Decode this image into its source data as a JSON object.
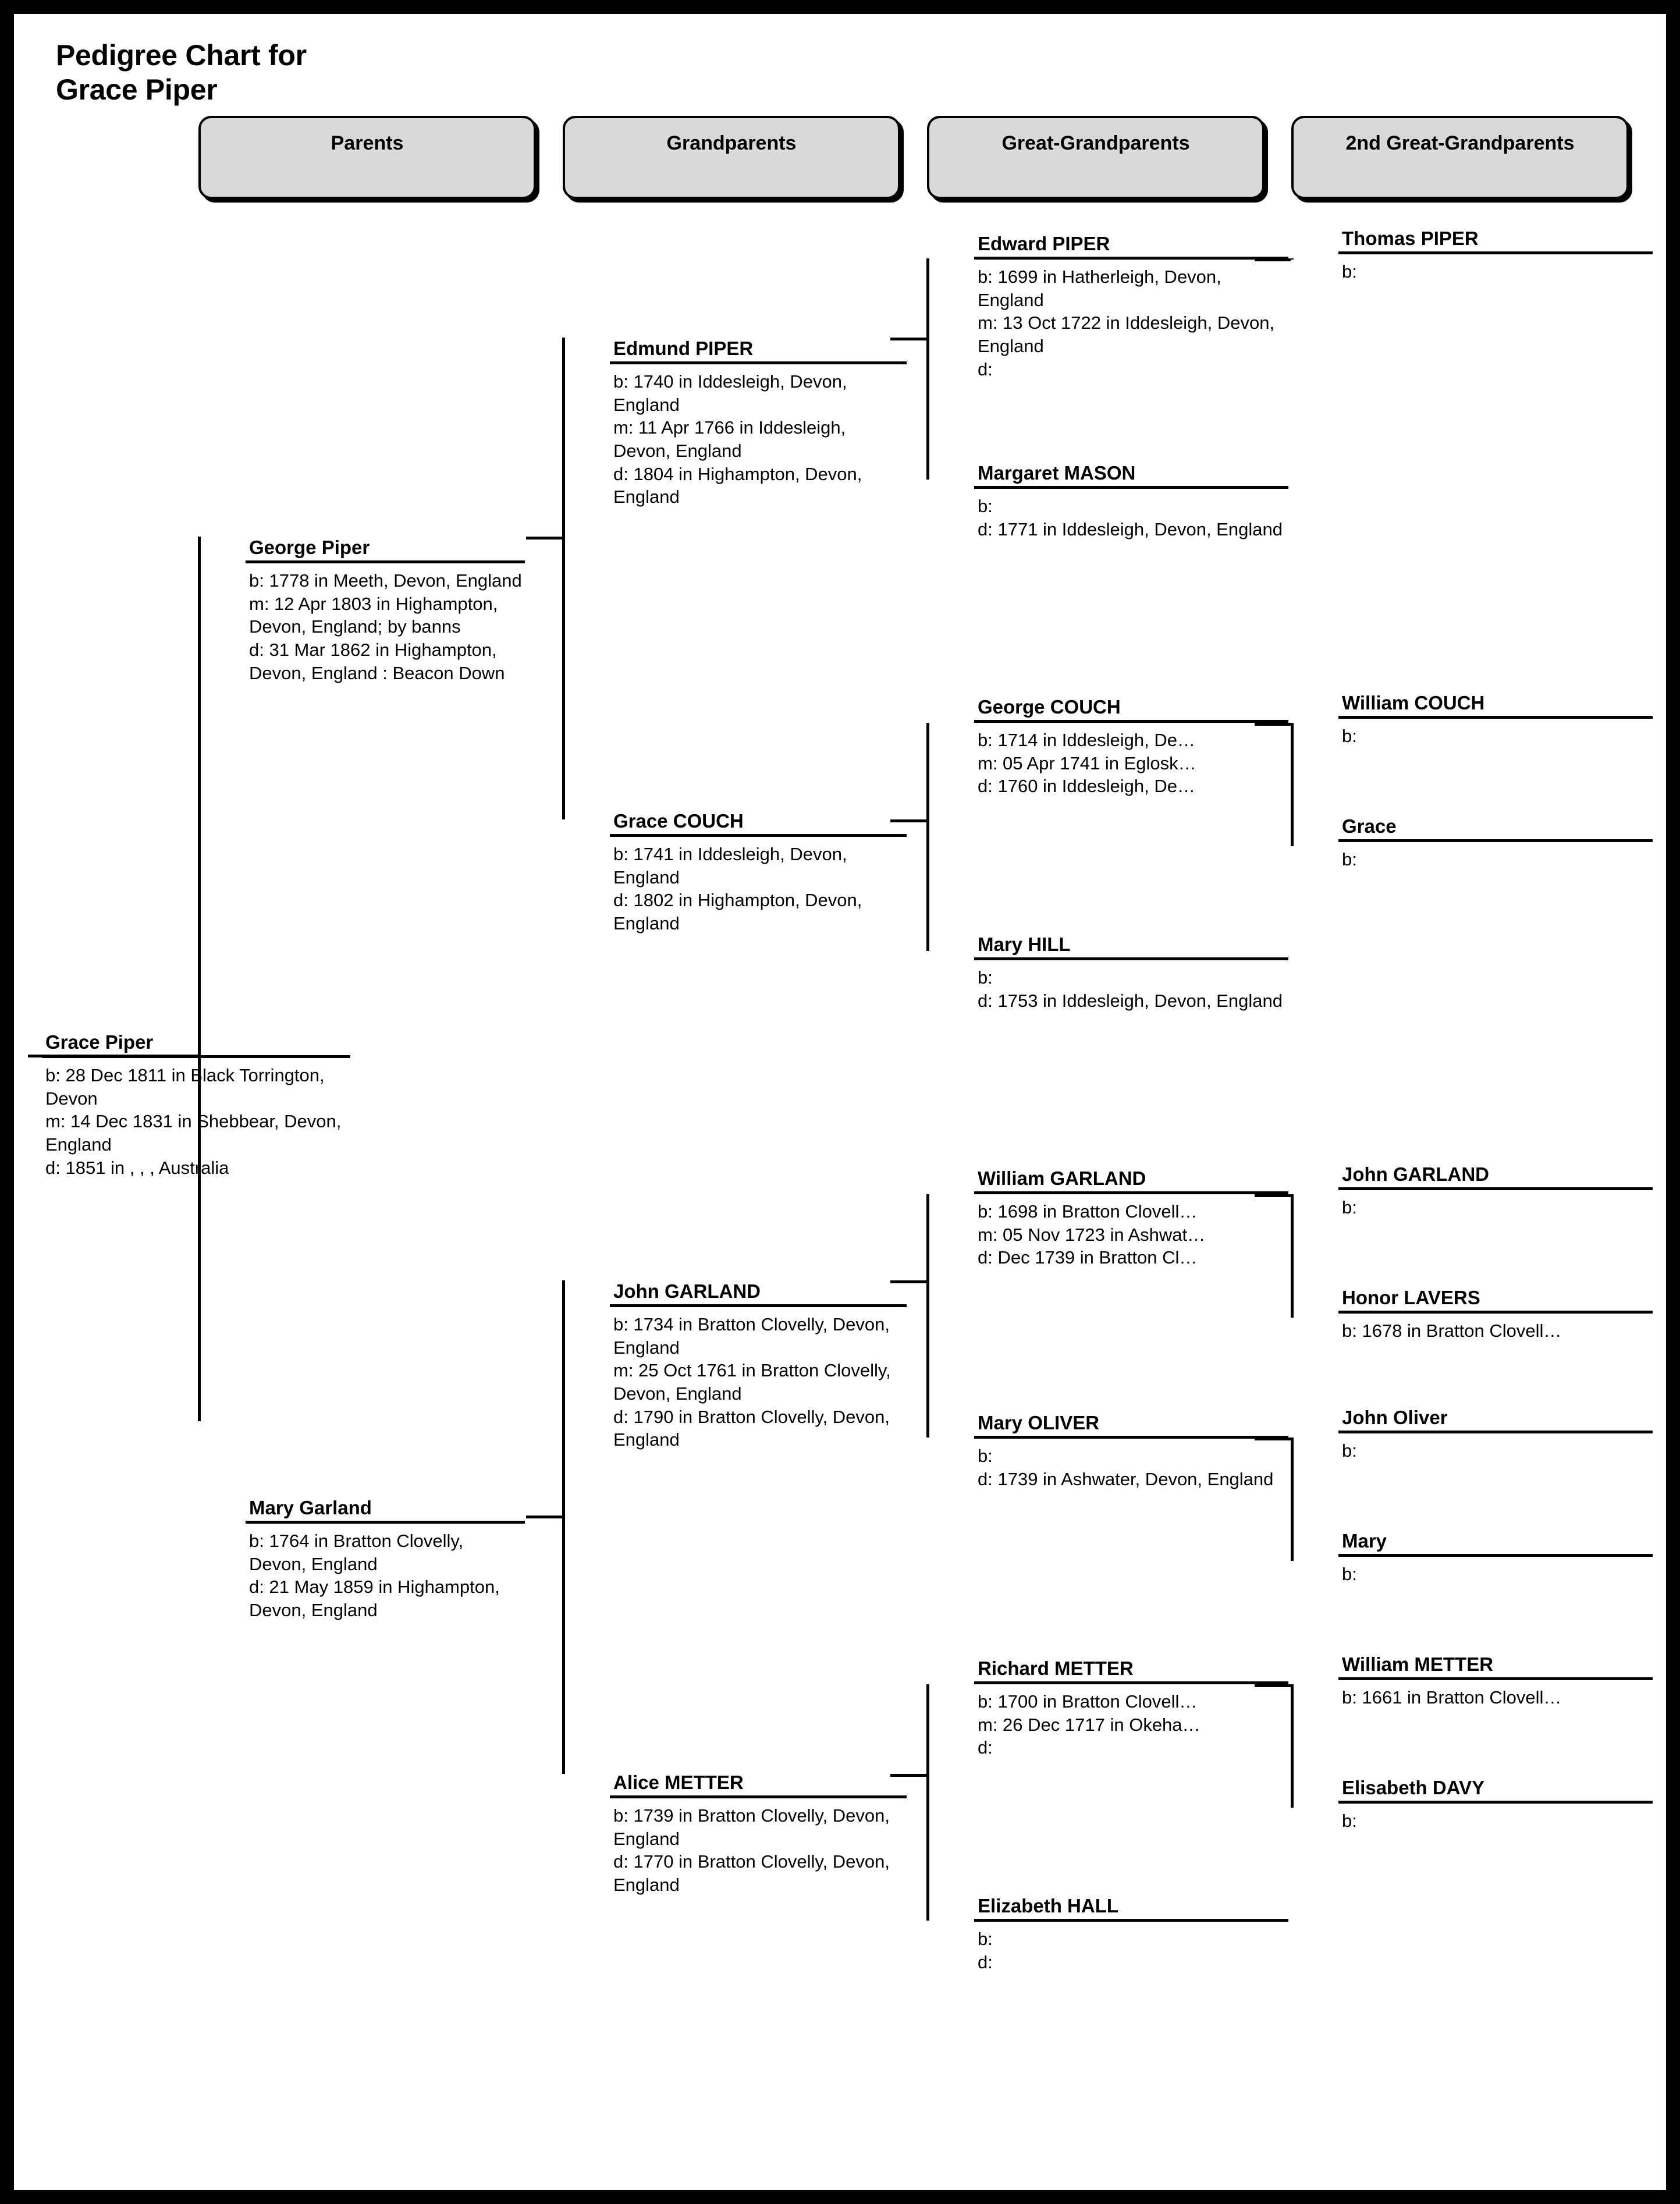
{
  "title": {
    "line1": "Pedigree Chart for",
    "line2": "Grace Piper"
  },
  "columns": [
    {
      "label": "Parents"
    },
    {
      "label": "Grandparents"
    },
    {
      "label": "Great-Grandparents"
    },
    {
      "label": "2nd Great-Grandparents"
    }
  ],
  "root": {
    "name": "Grace Piper",
    "b": "b: 28 Dec 1811 in Black Torrington, Devon",
    "m": "m: 14 Dec 1831 in Shebbear, Devon, England",
    "d": "d: 1851 in , , , Australia"
  },
  "parents": [
    {
      "name": "George Piper",
      "b": "b: 1778 in Meeth, Devon, England",
      "m": "m: 12 Apr 1803 in Highampton, Devon, England; by banns",
      "d": "d: 31 Mar 1862 in Highampton, Devon, England : Beacon Down"
    },
    {
      "name": "Mary Garland",
      "b": "b: 1764 in Bratton Clovelly, Devon, England",
      "d": "d: 21 May 1859 in Highampton, Devon, England"
    }
  ],
  "grandparents": [
    {
      "name": "Edmund PIPER",
      "b": "b: 1740 in Iddesleigh, Devon, England",
      "m": "m: 11 Apr 1766 in Iddesleigh, Devon, England",
      "d": "d: 1804 in Highampton, Devon, England"
    },
    {
      "name": "Grace COUCH",
      "b": "b: 1741 in Iddesleigh, Devon, England",
      "d": "d: 1802 in Highampton, Devon, England"
    },
    {
      "name": "John GARLAND",
      "b": "b: 1734 in Bratton Clovelly, Devon, England",
      "m": "m: 25 Oct 1761 in Bratton Clovelly, Devon, England",
      "d": "d: 1790 in Bratton Clovelly, Devon, England"
    },
    {
      "name": "Alice METTER",
      "b": "b: 1739 in Bratton Clovelly, Devon, England",
      "d": "d: 1770 in Bratton Clovelly, Devon, England"
    }
  ],
  "great_grandparents": [
    {
      "name": "Edward PIPER",
      "b": "b: 1699 in Hatherleigh, Devon, England",
      "m": "m: 13 Oct 1722 in Iddesleigh, Devon, England",
      "d": "d:"
    },
    {
      "name": "Margaret MASON",
      "b": "b:",
      "d": "d: 1771 in Iddesleigh, Devon, England"
    },
    {
      "name": "George COUCH",
      "b": "b: 1714 in Iddesleigh, De…",
      "m": "m: 05 Apr 1741 in Eglosk…",
      "d": "d: 1760 in Iddesleigh, De…"
    },
    {
      "name": "Mary HILL",
      "b": "b:",
      "d": "d: 1753 in Iddesleigh, Devon, England"
    },
    {
      "name": "William GARLAND",
      "b": "b: 1698 in Bratton Clovell…",
      "m": "m: 05 Nov 1723 in Ashwat…",
      "d": "d: Dec 1739 in Bratton Cl…"
    },
    {
      "name": "Mary OLIVER",
      "b": "b:",
      "d": "d: 1739 in Ashwater, Devon, England"
    },
    {
      "name": "Richard METTER",
      "b": "b: 1700 in Bratton Clovell…",
      "m": "m: 26 Dec 1717 in Okeha…",
      "d": "d:"
    },
    {
      "name": "Elizabeth HALL",
      "b": "b:",
      "d": "d:"
    }
  ],
  "second_great_grandparents": [
    {
      "name": "Thomas PIPER",
      "b": "b:"
    },
    {
      "name": "William COUCH",
      "b": "b:"
    },
    {
      "name": "Grace",
      "b": "b:"
    },
    {
      "name": "John GARLAND",
      "b": "b:"
    },
    {
      "name": "Honor LAVERS",
      "b": "b: 1678 in Bratton Clovell…"
    },
    {
      "name": "John Oliver",
      "b": "b:"
    },
    {
      "name": "Mary",
      "b": "b:"
    },
    {
      "name": "William METTER",
      "b": "b: 1661 in Bratton Clovell…"
    },
    {
      "name": "Elisabeth DAVY",
      "b": "b:"
    }
  ]
}
